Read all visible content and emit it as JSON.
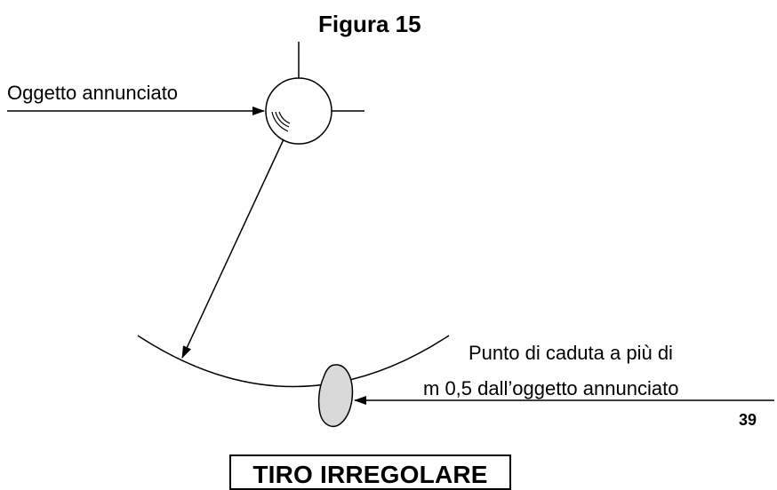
{
  "figure": {
    "title": "Figura 15",
    "object_label": "Oggetto annunciato",
    "impact_label_line1": "Punto di caduta a più di",
    "impact_label_line2": "m 0,5 dall’oggetto annunciato",
    "verdict": "TIRO IRREGOLARE"
  },
  "page": {
    "number": "39"
  },
  "colors": {
    "ink": "#000000",
    "impact_fill": "#d9d9d9",
    "background": "#ffffff"
  }
}
